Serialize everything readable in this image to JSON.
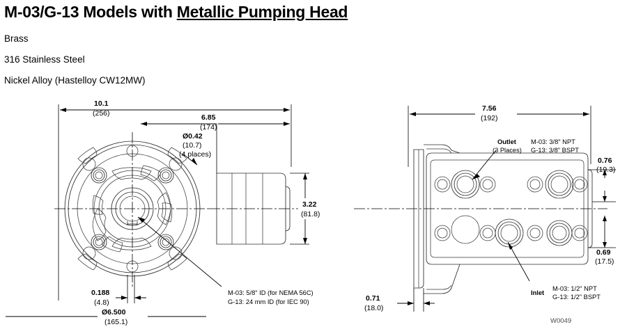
{
  "header": {
    "title_part1": "M-03/G-13 Models with ",
    "title_part2": "Metallic Pumping Head",
    "materials": [
      "Brass",
      "316 Stainless Steel",
      "Nickel Alloy (Hastelloy CW12MW)"
    ]
  },
  "left_view": {
    "dim_overall_length": {
      "value": "10.1",
      "metric": "(256)"
    },
    "dim_body_length": {
      "value": "6.85",
      "metric": "(174)"
    },
    "dim_hole_dia": {
      "value": "Ø0.42",
      "metric": "(10.7)",
      "qty": "(4 places)"
    },
    "dim_body_height": {
      "value": "3.22",
      "metric": "(81.8)"
    },
    "dim_flange_thk": {
      "value": "0.188",
      "metric": "(4.8)"
    },
    "dim_flange_dia": {
      "value": "Ø6.500",
      "metric": "(165.1)"
    },
    "shaft_note_m03": "M-03: 5/8\" ID (for NEMA 56C)",
    "shaft_note_g13": "G-13: 24 mm ID (for IEC 90)"
  },
  "right_view": {
    "dim_overall_width": {
      "value": "7.56",
      "metric": "(192)"
    },
    "dim_top_offset": {
      "value": "0.76",
      "metric": "(19.3)"
    },
    "dim_bottom_offset": {
      "value": "0.69",
      "metric": "(17.5)"
    },
    "dim_flange_thk": {
      "value": "0.71",
      "metric": "(18.0)"
    },
    "outlet": {
      "label": "Outlet",
      "places": "(3 Places)",
      "m03": "M-03: 3/8\" NPT",
      "g13": "G-13: 3/8\" BSPT"
    },
    "inlet": {
      "label": "Inlet",
      "m03": "M-03: 1/2\" NPT",
      "g13": "G-13: 1/2\" BSPT"
    }
  },
  "drawing_number": "W0049",
  "colors": {
    "line": "#000000",
    "object_line": "#2b2b2b",
    "drawing_number": "#4a4a4a"
  }
}
